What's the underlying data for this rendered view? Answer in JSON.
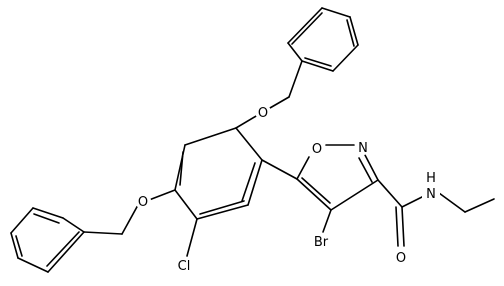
{
  "diagram": {
    "type": "skeletal-structure",
    "colors": {
      "bond": "#000000",
      "label": "#000000",
      "background": "#ffffff"
    },
    "atom_labels": {
      "ether_oxygen_top": "O",
      "ether_oxygen_left": "O",
      "ring_oxygen": "O",
      "ring_nitrogen": "N",
      "amide_nitrogen": "N",
      "amide_hydrogen": "H",
      "carbonyl_oxygen": "O",
      "chlorine": "Cl",
      "bromine": "Br"
    }
  }
}
